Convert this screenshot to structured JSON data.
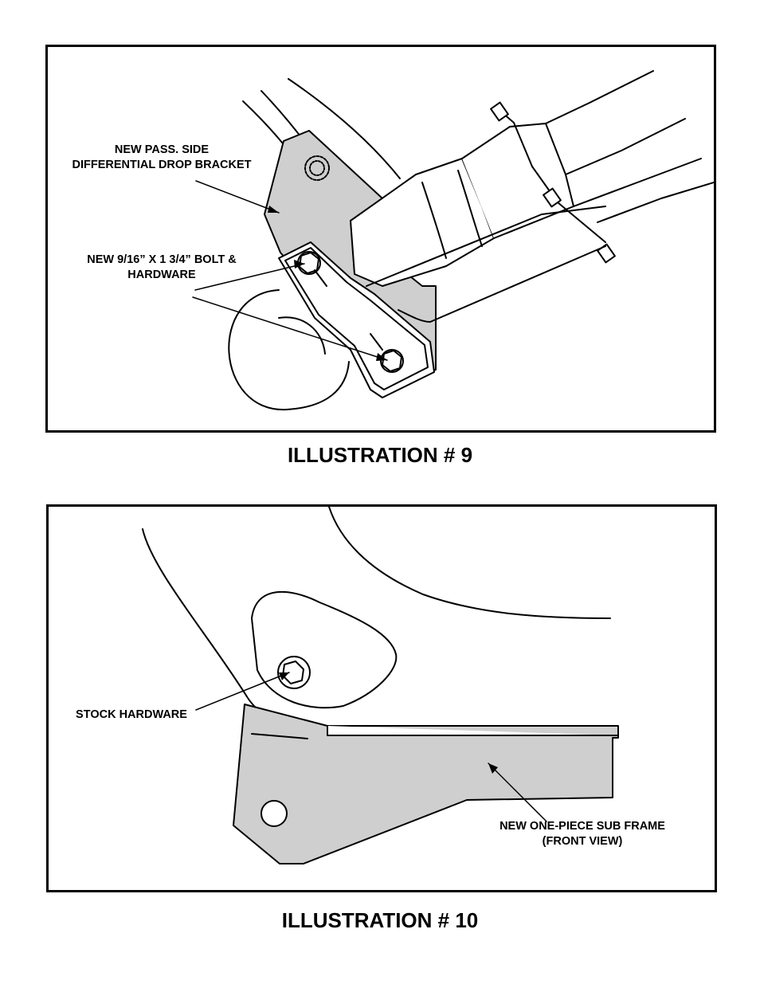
{
  "illustration_9": {
    "caption": "ILLUSTRATION # 9",
    "label_bracket_line1": "NEW PASS. SIDE",
    "label_bracket_line2": "DIFFERENTIAL DROP BRACKET",
    "label_bolt_line1": "NEW 9/16” X 1 3/4” BOLT &",
    "label_bolt_line2": "HARDWARE"
  },
  "illustration_10": {
    "caption": "ILLUSTRATION # 10",
    "label_stock": "STOCK HARDWARE",
    "label_subframe_line1": "NEW ONE-PIECE SUB FRAME",
    "label_subframe_line2": "(FRONT VIEW)"
  },
  "colors": {
    "line": "#000000",
    "part_fill": "#cfcfcf",
    "background": "#ffffff"
  }
}
